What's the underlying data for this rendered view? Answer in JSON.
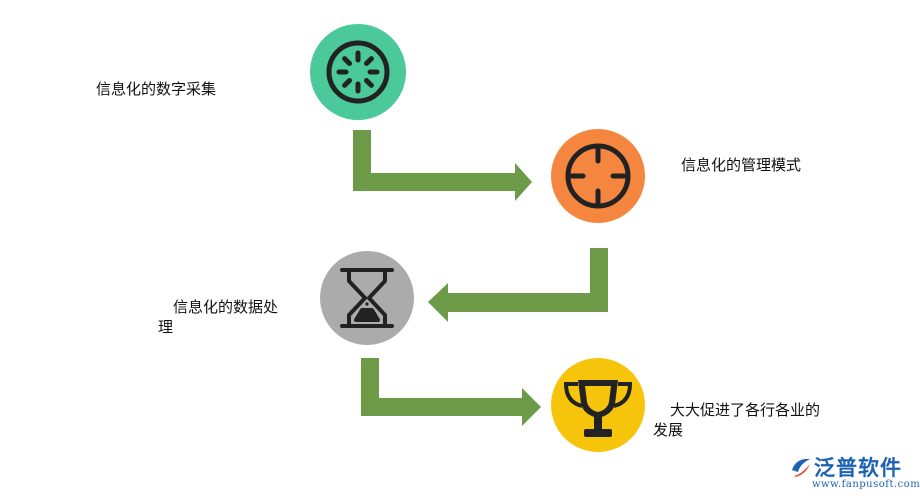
{
  "steps": [
    {
      "label": "信息化的数字采集",
      "color": "#4cc99b",
      "icon": "aperture-icon"
    },
    {
      "label": "信息化的管理模式",
      "color": "#f58640",
      "icon": "crosshair-icon"
    },
    {
      "label_line1": "信息化的数据处",
      "label_line2": "理",
      "color": "#ababab",
      "icon": "hourglass-icon"
    },
    {
      "label_line1": "大大促进了各行各业的",
      "label_line2": "发展",
      "color": "#f6c40b",
      "icon": "trophy-icon"
    }
  ],
  "arrow_color": "#6d9a47",
  "logo": {
    "name": "泛普软件",
    "url": "www.fanpusoft.com",
    "color": "#1e63b3"
  }
}
